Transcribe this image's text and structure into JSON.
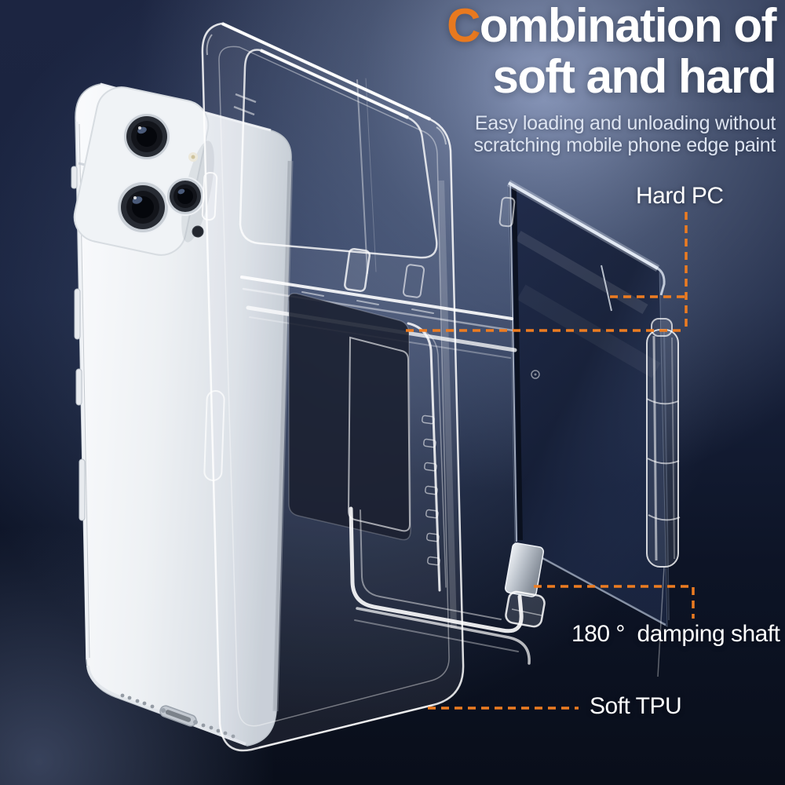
{
  "headline": {
    "line1_initial": "C",
    "line1_rest": "ombination of",
    "line2": "soft and hard"
  },
  "subtitle": {
    "line1": "Easy loading and unloading without",
    "line2": "scratching mobile phone edge paint"
  },
  "callouts": {
    "hard_pc": {
      "label": "Hard PC"
    },
    "damping_shaft": {
      "label": "180 °  damping shaft"
    },
    "soft_tpu": {
      "label": "Soft TPU"
    }
  },
  "colors": {
    "accent_orange": "#E8791F",
    "headline_white": "#FFFFFF",
    "subtitle_white": "#DDE4F1",
    "background_dark": "#0A0F1C",
    "background_glow": "#97A5C8"
  }
}
